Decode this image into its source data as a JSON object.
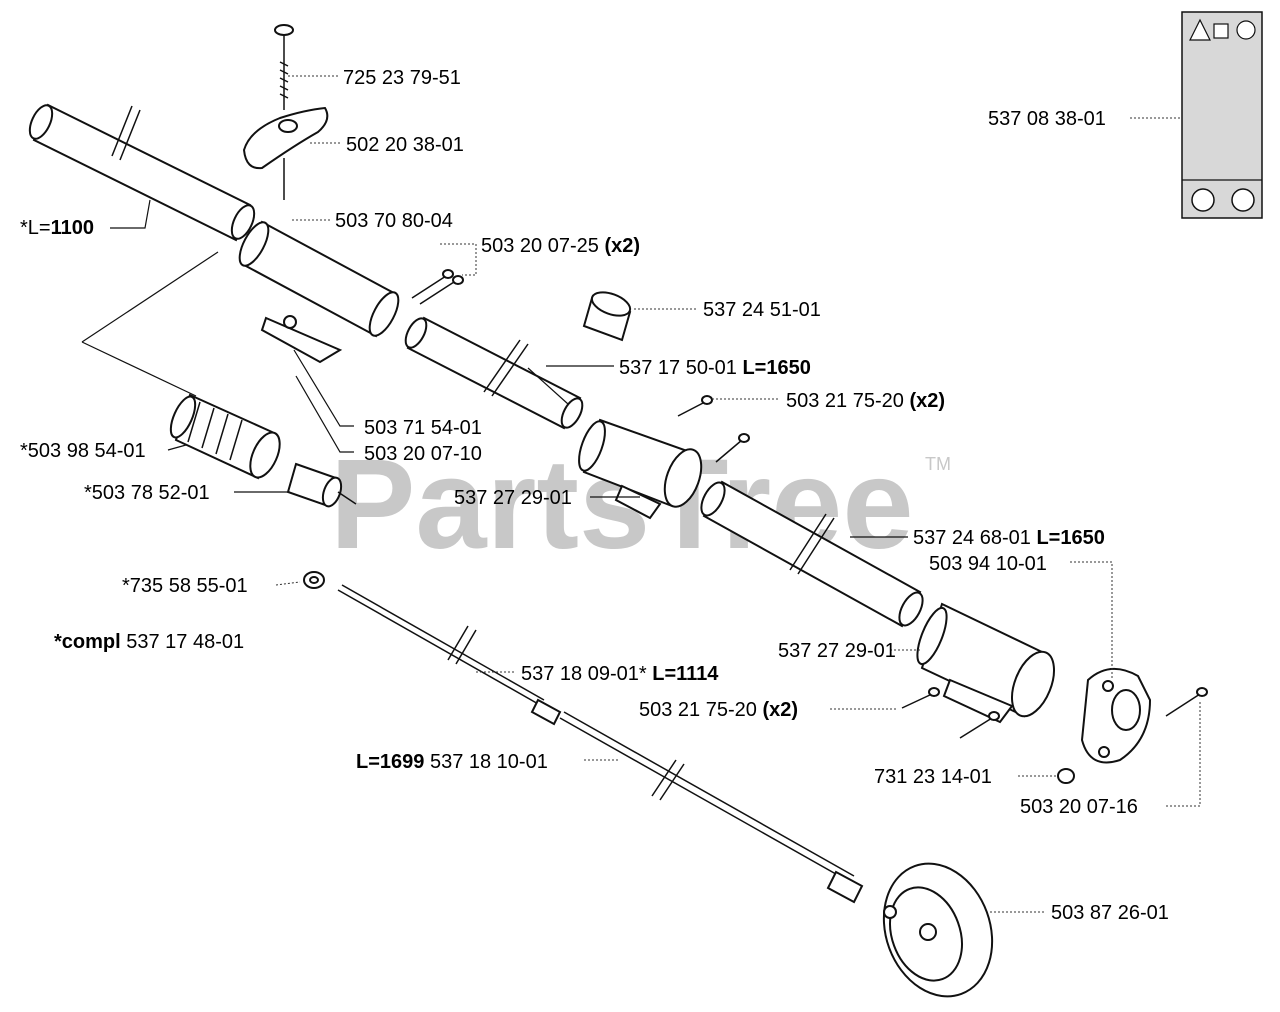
{
  "watermark": {
    "text": "PartsTree",
    "trademark": "TM"
  },
  "labels": [
    {
      "id": "l01",
      "text": "725 23 79-51",
      "bold": ""
    },
    {
      "id": "l02",
      "text": "502 20 38-01",
      "bold": ""
    },
    {
      "id": "l03",
      "text": "*L=",
      "bold": "1100"
    },
    {
      "id": "l04",
      "text": "503 70 80-04",
      "bold": ""
    },
    {
      "id": "l05",
      "text": "503 20 07-25 ",
      "bold": "(x2)"
    },
    {
      "id": "l06",
      "text": "537 24 51-01",
      "bold": ""
    },
    {
      "id": "l07",
      "text": "537 17 50-01 ",
      "bold": "L=1650"
    },
    {
      "id": "l08",
      "text": "503 21 75-20 ",
      "bold": "(x2)"
    },
    {
      "id": "l09",
      "text": "503 71 54-01",
      "bold": ""
    },
    {
      "id": "l10",
      "text": "*503 98 54-01",
      "bold": ""
    },
    {
      "id": "l11",
      "text": "503 20 07-10",
      "bold": ""
    },
    {
      "id": "l12",
      "text": "*503 78 52-01",
      "bold": ""
    },
    {
      "id": "l13",
      "text": "537 27 29-01",
      "bold": ""
    },
    {
      "id": "l14",
      "text": "537 24 68-01 ",
      "bold": "L=1650"
    },
    {
      "id": "l15",
      "text": "503 94 10-01",
      "bold": ""
    },
    {
      "id": "l16",
      "text": "*735 58 55-01",
      "bold": ""
    },
    {
      "id": "l17",
      "text": "537 17 48-01",
      "bold": "*compl "
    },
    {
      "id": "l18",
      "text": "537 18 09-01* ",
      "bold": "L=1114"
    },
    {
      "id": "l19",
      "text": "537 27 29-01",
      "bold": ""
    },
    {
      "id": "l20",
      "text": "503 21 75-20 ",
      "bold": "(x2)"
    },
    {
      "id": "l21",
      "text": "537 18 10-01",
      "bold": "L=1699 "
    },
    {
      "id": "l22",
      "text": "731 23 14-01",
      "bold": ""
    },
    {
      "id": "l23",
      "text": "503 20 07-16",
      "bold": ""
    },
    {
      "id": "l24",
      "text": "503 87 26-01",
      "bold": ""
    },
    {
      "id": "l25",
      "text": "537 08 38-01",
      "bold": ""
    }
  ]
}
